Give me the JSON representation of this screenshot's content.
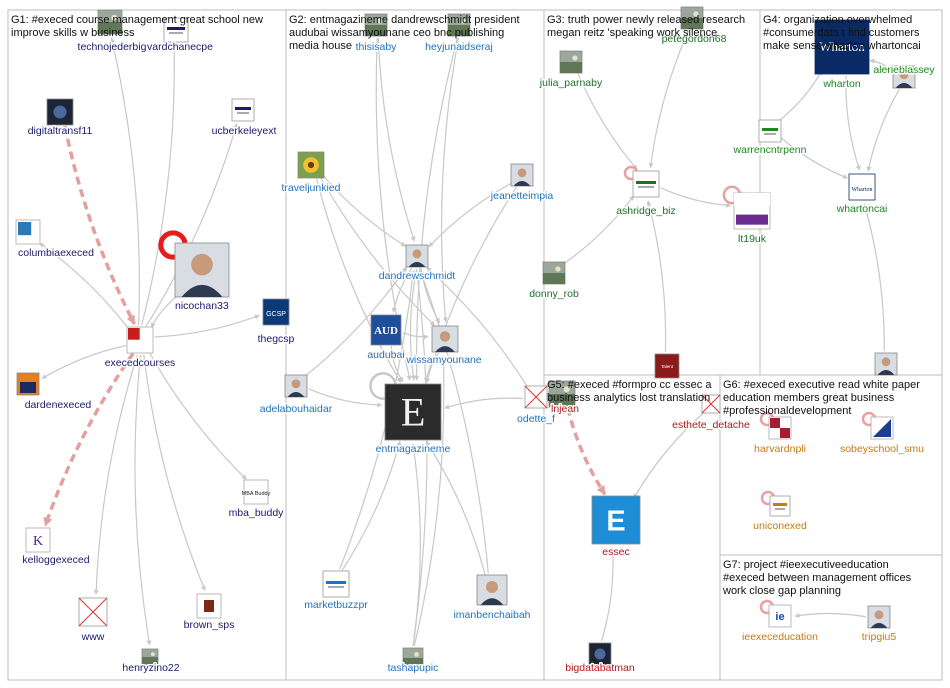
{
  "groups": [
    {
      "id": "G1",
      "title_lines": [
        "G1: #execed course management great school new",
        "improve skills w business"
      ]
    },
    {
      "id": "G2",
      "title_lines": [
        "G2: entmagazineme dandrewschmidt president",
        "audubai wissamyounane ceo bnc publishing",
        "media house"
      ]
    },
    {
      "id": "G3",
      "title_lines": [
        "G3: truth power newly released research",
        "megan reitz 'speaking work silence"
      ]
    },
    {
      "id": "G4",
      "title_lines": [
        "G4: organization overwhelmed",
        "#consumerdata t find customers",
        "make sense wharton whartoncai"
      ]
    },
    {
      "id": "G5",
      "title_lines": [
        "G5: #execed #formpro cc essec a",
        "business analytics lost translation"
      ]
    },
    {
      "id": "G6",
      "title_lines": [
        "G6: #execed executive read white paper",
        "education members great business",
        "#professionaldevelopment"
      ]
    },
    {
      "id": "G7",
      "title_lines": [
        "G7: project #ieexecutiveeducation",
        "#execed between management offices",
        "work close gap planning"
      ]
    }
  ],
  "colors": {
    "G1": "#1a1a6e",
    "G2": "#1e73be",
    "G3": "#1f6e2a",
    "G4": "#1a8a1a",
    "G5": "#b01818",
    "G6": "#c87a10",
    "G7": "#c87a10",
    "edge": "#c8c8c8",
    "edge_strong": "#e4a0a0",
    "border": "#bdbdbd"
  },
  "nodes": [
    {
      "id": "technojederbig",
      "label": "technojederbig",
      "group": "G1",
      "icon": "photo"
    },
    {
      "id": "vardchanecpe",
      "label": "vardchanecpe",
      "group": "G1",
      "icon": "crest"
    },
    {
      "id": "digitaltransf11",
      "label": "digitaltransf11",
      "group": "G1",
      "icon": "dark-photo"
    },
    {
      "id": "ucberkeleyext",
      "label": "ucberkeleyext",
      "group": "G1",
      "icon": "berkeley-logo"
    },
    {
      "id": "columbiaexeced",
      "label": "columbiaexeced",
      "group": "G1",
      "icon": "columbia-logo"
    },
    {
      "id": "nicochan33",
      "label": "nicochan33",
      "group": "G1",
      "icon": "portrait"
    },
    {
      "id": "thegcsp",
      "label": "thegcsp",
      "group": "G1",
      "icon": "gcsp-logo",
      "badge": "GCSP"
    },
    {
      "id": "execedcourses",
      "label": "execedcourses",
      "group": "G1",
      "icon": "execed-logo"
    },
    {
      "id": "dardenexeced",
      "label": "dardenexeced",
      "group": "G1",
      "icon": "darden-logo"
    },
    {
      "id": "mba_buddy",
      "label": "mba_buddy",
      "group": "G1",
      "icon": "mba-logo",
      "badge": "MBA Buddy"
    },
    {
      "id": "kelloggexeced",
      "label": "kelloggexeced",
      "group": "G1",
      "icon": "kellogg-logo",
      "badge": "K"
    },
    {
      "id": "www",
      "label": "www",
      "group": "G1",
      "icon": "missing-image"
    },
    {
      "id": "brown_sps",
      "label": "brown_sps",
      "group": "G1",
      "icon": "brown-logo"
    },
    {
      "id": "henryzino22",
      "label": "henryzino22",
      "group": "G1",
      "icon": "photo"
    },
    {
      "id": "thisisaby",
      "label": "thisisaby",
      "group": "G2",
      "icon": "photo"
    },
    {
      "id": "heyjunaidseraj",
      "label": "heyjunaidseraj",
      "group": "G2",
      "icon": "photo"
    },
    {
      "id": "traveljunkied",
      "label": "traveljunkied",
      "group": "G2",
      "icon": "flower-photo"
    },
    {
      "id": "jeanetteimpia",
      "label": "jeanetteimpia",
      "group": "G2",
      "icon": "portrait"
    },
    {
      "id": "dandrewschmidt",
      "label": "dandrewschmidt",
      "group": "G2",
      "icon": "portrait"
    },
    {
      "id": "audubai",
      "label": "audubai",
      "group": "G2",
      "icon": "aud-logo",
      "badge": "AUD"
    },
    {
      "id": "wissamyounane",
      "label": "wissamyounane",
      "group": "G2",
      "icon": "portrait"
    },
    {
      "id": "adelabouhaidar",
      "label": "adelabouhaidar",
      "group": "G2",
      "icon": "portrait"
    },
    {
      "id": "entmagazineme",
      "label": "entmagazineme",
      "group": "G2",
      "icon": "e-logo",
      "badge": "E"
    },
    {
      "id": "odette_f",
      "label": "odette_f",
      "group": "G2",
      "icon": "missing-image"
    },
    {
      "id": "marketbuzzpr",
      "label": "marketbuzzpr",
      "group": "G2",
      "icon": "mb-logo"
    },
    {
      "id": "imanbenchaibah",
      "label": "imanbenchaibah",
      "group": "G2",
      "icon": "portrait"
    },
    {
      "id": "tashapupic",
      "label": "tashapupic",
      "group": "G2",
      "icon": "photo"
    },
    {
      "id": "julia_parnaby",
      "label": "julia_parnaby",
      "group": "G3",
      "icon": "photo"
    },
    {
      "id": "petegordon68",
      "label": "petegordon68",
      "group": "G3",
      "icon": "photo"
    },
    {
      "id": "ashridge_biz",
      "label": "ashridge_biz",
      "group": "G3",
      "icon": "hult-logo"
    },
    {
      "id": "lt19uk",
      "label": "lt19uk",
      "group": "G3",
      "icon": "lt-logo",
      "badge": "learning technologies"
    },
    {
      "id": "donny_rob",
      "label": "donny_rob",
      "group": "G3",
      "icon": "photo"
    },
    {
      "id": "talent_advisors",
      "label": "",
      "group": "G3",
      "icon": "talent-logo",
      "badge": "The Talent Advisors"
    },
    {
      "id": "wharton",
      "label": "wharton",
      "group": "G4",
      "icon": "wharton-logo",
      "badge": "Wharton"
    },
    {
      "id": "alerieblassey",
      "label": "alerieblassey",
      "group": "G4",
      "icon": "portrait"
    },
    {
      "id": "warrencntrpenn",
      "label": "warrencntrpenn",
      "group": "G4",
      "icon": "penn-logo"
    },
    {
      "id": "whartoncai",
      "label": "whartoncai",
      "group": "G4",
      "icon": "wharton-logo",
      "badge": "Wharton"
    },
    {
      "id": "g4_person",
      "label": "",
      "group": "G4",
      "icon": "portrait"
    },
    {
      "id": "essec",
      "label": "essec",
      "group": "G5",
      "icon": "essec-logo",
      "badge": "E"
    },
    {
      "id": "lnjean",
      "label": "lnjean",
      "group": "G5",
      "icon": "photo"
    },
    {
      "id": "esthete_detache",
      "label": "esthete_detache",
      "group": "G5",
      "icon": "missing-image"
    },
    {
      "id": "bigdatabatman",
      "label": "bigdatabatman",
      "group": "G5",
      "icon": "dark-photo"
    },
    {
      "id": "harvardnpli",
      "label": "harvardnpli",
      "group": "G6",
      "icon": "npli-logo"
    },
    {
      "id": "sobeyschool_smu",
      "label": "sobeyschool_smu",
      "group": "G6",
      "icon": "smu-logo"
    },
    {
      "id": "uniconexed",
      "label": "uniconexed",
      "group": "G6",
      "icon": "unicon-logo"
    },
    {
      "id": "ieexeceducation",
      "label": "ieexeceducation",
      "group": "G7",
      "icon": "ie-logo",
      "badge": "ie"
    },
    {
      "id": "tripgiu5",
      "label": "tripgiu5",
      "group": "G7",
      "icon": "portrait"
    }
  ],
  "edges": [
    {
      "from": "execedcourses",
      "to": "technojederbig"
    },
    {
      "from": "execedcourses",
      "to": "vardchanecpe"
    },
    {
      "from": "digitaltransf11",
      "to": "execedcourses",
      "strong": true
    },
    {
      "from": "execedcourses",
      "to": "ucberkeleyext"
    },
    {
      "from": "execedcourses",
      "to": "columbiaexeced"
    },
    {
      "from": "nicochan33",
      "to": "execedcourses"
    },
    {
      "from": "execedcourses",
      "to": "thegcsp"
    },
    {
      "from": "execedcourses",
      "to": "dardenexeced"
    },
    {
      "from": "execedcourses",
      "to": "mba_buddy"
    },
    {
      "from": "execedcourses",
      "to": "kelloggexeced",
      "strong": true
    },
    {
      "from": "execedcourses",
      "to": "www"
    },
    {
      "from": "execedcourses",
      "to": "brown_sps"
    },
    {
      "from": "execedcourses",
      "to": "henryzino22"
    },
    {
      "from": "thisisaby",
      "to": "entmagazineme"
    },
    {
      "from": "heyjunaidseraj",
      "to": "entmagazineme"
    },
    {
      "from": "traveljunkied",
      "to": "entmagazineme"
    },
    {
      "from": "traveljunkied",
      "to": "dandrewschmidt"
    },
    {
      "from": "traveljunkied",
      "to": "wissamyounane"
    },
    {
      "from": "jeanetteimpia",
      "to": "entmagazineme"
    },
    {
      "from": "jeanetteimpia",
      "to": "dandrewschmidt"
    },
    {
      "from": "dandrewschmidt",
      "to": "entmagazineme"
    },
    {
      "from": "dandrewschmidt",
      "to": "audubai"
    },
    {
      "from": "dandrewschmidt",
      "to": "wissamyounane"
    },
    {
      "from": "audubai",
      "to": "entmagazineme"
    },
    {
      "from": "wissamyounane",
      "to": "entmagazineme"
    },
    {
      "from": "adelabouhaidar",
      "to": "entmagazineme"
    },
    {
      "from": "adelabouhaidar",
      "to": "dandrewschmidt"
    },
    {
      "from": "marketbuzzpr",
      "to": "entmagazineme"
    },
    {
      "from": "marketbuzzpr",
      "to": "dandrewschmidt"
    },
    {
      "from": "imanbenchaibah",
      "to": "entmagazineme"
    },
    {
      "from": "imanbenchaibah",
      "to": "dandrewschmidt"
    },
    {
      "from": "tashapupic",
      "to": "entmagazineme"
    },
    {
      "from": "tashapupic",
      "to": "dandrewschmidt"
    },
    {
      "from": "tashapupic",
      "to": "wissamyounane"
    },
    {
      "from": "odette_f",
      "to": "entmagazineme"
    },
    {
      "from": "odette_f",
      "to": "dandrewschmidt"
    },
    {
      "from": "thisisaby",
      "to": "dandrewschmidt"
    },
    {
      "from": "heyjunaidseraj",
      "to": "wissamyounane"
    },
    {
      "from": "audubai",
      "to": "wissamyounane"
    },
    {
      "from": "julia_parnaby",
      "to": "ashridge_biz"
    },
    {
      "from": "petegordon68",
      "to": "ashridge_biz"
    },
    {
      "from": "ashridge_biz",
      "to": "lt19uk"
    },
    {
      "from": "donny_rob",
      "to": "ashridge_biz"
    },
    {
      "from": "talent_advisors",
      "to": "ashridge_biz"
    },
    {
      "from": "warrencntrpenn",
      "to": "wharton"
    },
    {
      "from": "warrencntrpenn",
      "to": "whartoncai"
    },
    {
      "from": "alerieblassey",
      "to": "whartoncai"
    },
    {
      "from": "wharton",
      "to": "whartoncai"
    },
    {
      "from": "g4_person",
      "to": "whartoncai"
    },
    {
      "from": "alerieblassey",
      "to": "wharton"
    },
    {
      "from": "lnjean",
      "to": "essec",
      "strong": true
    },
    {
      "from": "esthete_detache",
      "to": "essec"
    },
    {
      "from": "bigdatabatman",
      "to": "essec"
    },
    {
      "from": "tripgiu5",
      "to": "ieexeceducation"
    }
  ],
  "self_loops": [
    "nicochan33",
    "ashridge_biz",
    "lt19uk",
    "harvardnpli",
    "sobeyschool_smu",
    "uniconexed",
    "ieexeceducation",
    "entmagazineme"
  ]
}
